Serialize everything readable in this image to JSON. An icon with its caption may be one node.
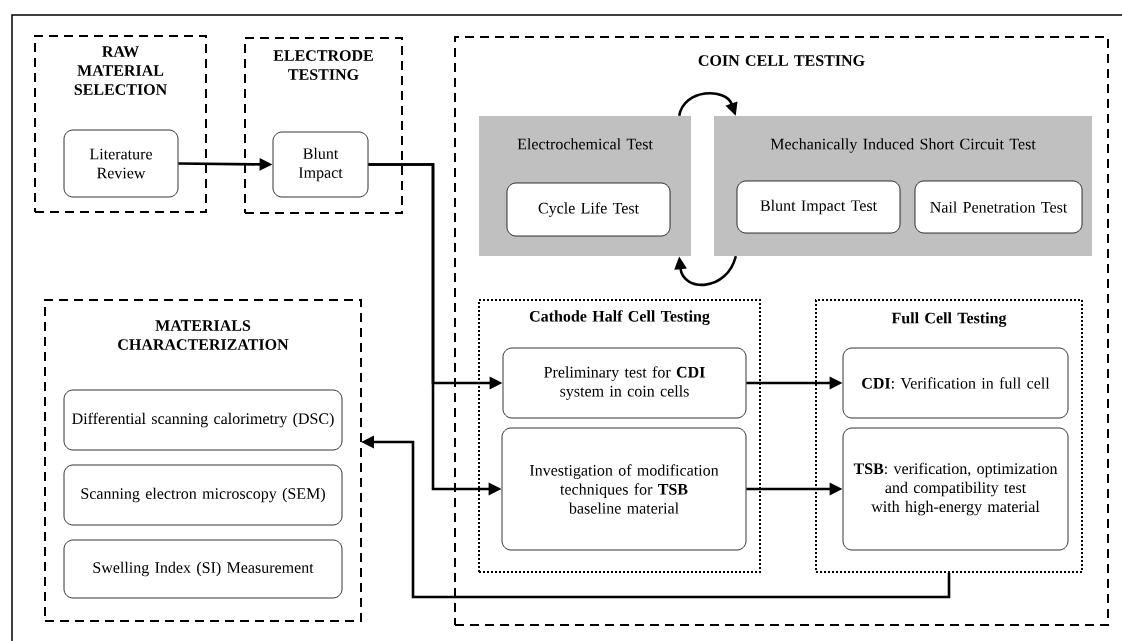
{
  "diagram": {
    "nodes": [
      {
        "text": [
          "RAW MATERIAL SELECTION"
        ]
      },
      {
        "text": [
          "Literature Review"
        ],
        "in": 0
      },
      {
        "text": [
          "ELECTRODE TESTING"
        ]
      },
      {
        "text": [
          "Blunt Impact"
        ],
        "in": 2
      },
      {
        "text": [
          "COIN CELL TESTING"
        ]
      },
      {
        "text": [
          "Electrochemical Test"
        ],
        "in": 4
      },
      {
        "text": [
          "Cycle Life Test"
        ],
        "in": 5
      },
      {
        "text": [
          "Mechanically Induced Short Circuit Test"
        ],
        "in": 4
      },
      {
        "text": [
          "Blunt Impact Test"
        ],
        "in": 7
      },
      {
        "text": [
          "Nail Penetration Test"
        ],
        "in": 7
      },
      {
        "text": [
          "Cathode Half Cell Testing"
        ],
        "in": 4
      },
      {
        "text": [
          "Preliminary test for **CDI** system in coin cells"
        ],
        "in": 10
      },
      {
        "text": [
          "Investigation of modification techniques for **TSB** baseline material"
        ],
        "in": 10
      },
      {
        "text": [
          "Full Cell Testing"
        ],
        "in": 4
      },
      {
        "text": [
          "**CDI**: Verification in full cell"
        ],
        "in": 13
      },
      {
        "text": [
          "**TSB**: verification, optimization and compatibility test with high-energy material"
        ],
        "in": 13
      },
      {
        "text": [
          "MATERIALS CHARACTERIZATION"
        ]
      },
      {
        "text": [
          "Differential scanning calorimetry (DSC)"
        ],
        "in": 16
      },
      {
        "text": [
          "Scanning electron microscopy (SEM)"
        ],
        "in": 16
      },
      {
        "text": [
          "Swelling Index (SI) Measurement"
        ],
        "in": 16
      }
    ],
    "edges": [
      {
        "from": 1,
        "to": 3,
        "arrow": "to"
      },
      {
        "from": 3,
        "to": 11,
        "arrow": "to"
      },
      {
        "from": 3,
        "to": 12,
        "arrow": "to"
      },
      {
        "from": 11,
        "to": 14,
        "arrow": "to"
      },
      {
        "from": 12,
        "to": 15,
        "arrow": "to"
      },
      {
        "from": 13,
        "to": 16,
        "arrow": "to"
      },
      {
        "from": 5,
        "to": 7,
        "arrow": "to"
      },
      {
        "from": 7,
        "to": 5,
        "arrow": "to"
      }
    ]
  }
}
